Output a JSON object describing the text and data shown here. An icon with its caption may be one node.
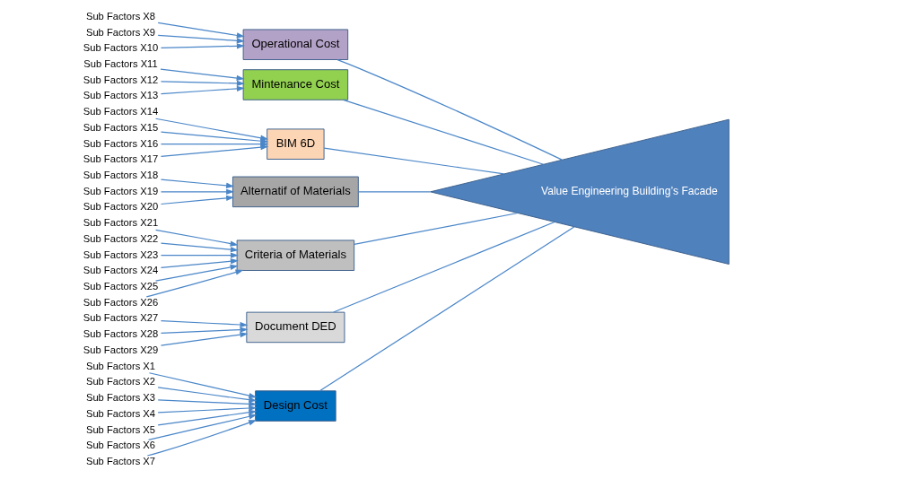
{
  "diagram": {
    "nodes": [
      {
        "text": [
          "Design Cost"
        ]
      },
      {
        "text": [
          "Operational Cost"
        ]
      },
      {
        "text": [
          "Mintenance Cost"
        ]
      },
      {
        "text": [
          "BIM 6D"
        ]
      },
      {
        "text": [
          "Alternatif of Materials"
        ]
      },
      {
        "text": [
          "Criteria of Materials"
        ]
      },
      {
        "text": [
          "Document DED"
        ]
      },
      {
        "text": [
          "Value Engineering Building’s Facade"
        ]
      },
      {
        "text": [
          "Sub Factors X1"
        ]
      },
      {
        "text": [
          "Sub Factors X2"
        ]
      },
      {
        "text": [
          "Sub Factors X3"
        ]
      },
      {
        "text": [
          "Sub Factors X4"
        ]
      },
      {
        "text": [
          "Sub Factors X5"
        ]
      },
      {
        "text": [
          "Sub Factors X6"
        ]
      },
      {
        "text": [
          "Sub Factors X7"
        ]
      },
      {
        "text": [
          "Sub Factors X8"
        ]
      },
      {
        "text": [
          "Sub Factors X9"
        ]
      },
      {
        "text": [
          "Sub Factors X10"
        ]
      },
      {
        "text": [
          "Sub Factors X11"
        ]
      },
      {
        "text": [
          "Sub Factors X12"
        ]
      },
      {
        "text": [
          "Sub Factors X13"
        ]
      },
      {
        "text": [
          "Sub Factors X14"
        ]
      },
      {
        "text": [
          "Sub Factors X15"
        ]
      },
      {
        "text": [
          "Sub Factors X16"
        ]
      },
      {
        "text": [
          "Sub Factors X17"
        ]
      },
      {
        "text": [
          "Sub Factors X18"
        ]
      },
      {
        "text": [
          "Sub Factors X19"
        ]
      },
      {
        "text": [
          "Sub Factors X20"
        ]
      },
      {
        "text": [
          "Sub Factors X21"
        ]
      },
      {
        "text": [
          "Sub Factors X22"
        ]
      },
      {
        "text": [
          "Sub Factors X23"
        ]
      },
      {
        "text": [
          "Sub Factors X24"
        ]
      },
      {
        "text": [
          "Sub Factors X25"
        ]
      },
      {
        "text": [
          "Sub Factors X26"
        ]
      },
      {
        "text": [
          "Sub Factors X27"
        ]
      },
      {
        "text": [
          "Sub Factors X28"
        ]
      },
      {
        "text": [
          "Sub Factors X29"
        ]
      }
    ],
    "edges": [
      {
        "from": 8,
        "to": 0,
        "arrow": "to"
      },
      {
        "from": 9,
        "to": 0,
        "arrow": "to"
      },
      {
        "from": 10,
        "to": 0,
        "arrow": "to"
      },
      {
        "from": 11,
        "to": 0,
        "arrow": "to"
      },
      {
        "from": 12,
        "to": 0,
        "arrow": "to"
      },
      {
        "from": 13,
        "to": 0,
        "arrow": "to"
      },
      {
        "from": 14,
        "to": 0,
        "arrow": "to"
      },
      {
        "from": 15,
        "to": 1,
        "arrow": "to"
      },
      {
        "from": 16,
        "to": 1,
        "arrow": "to"
      },
      {
        "from": 17,
        "to": 1,
        "arrow": "to"
      },
      {
        "from": 18,
        "to": 2,
        "arrow": "to"
      },
      {
        "from": 19,
        "to": 2,
        "arrow": "to"
      },
      {
        "from": 20,
        "to": 2,
        "arrow": "to"
      },
      {
        "from": 21,
        "to": 3,
        "arrow": "to"
      },
      {
        "from": 22,
        "to": 3,
        "arrow": "to"
      },
      {
        "from": 23,
        "to": 3,
        "arrow": "to"
      },
      {
        "from": 24,
        "to": 3,
        "arrow": "to"
      },
      {
        "from": 25,
        "to": 4,
        "arrow": "to"
      },
      {
        "from": 26,
        "to": 4,
        "arrow": "to"
      },
      {
        "from": 27,
        "to": 4,
        "arrow": "to"
      },
      {
        "from": 28,
        "to": 5,
        "arrow": "to"
      },
      {
        "from": 29,
        "to": 5,
        "arrow": "to"
      },
      {
        "from": 30,
        "to": 5,
        "arrow": "to"
      },
      {
        "from": 31,
        "to": 5,
        "arrow": "to"
      },
      {
        "from": 32,
        "to": 5,
        "arrow": "to"
      },
      {
        "from": 33,
        "to": 5,
        "arrow": "to"
      },
      {
        "from": 34,
        "to": 6,
        "arrow": "to"
      },
      {
        "from": 35,
        "to": 6,
        "arrow": "to"
      },
      {
        "from": 36,
        "to": 6,
        "arrow": "to"
      },
      {
        "from": 0,
        "to": 7,
        "arrow": "none"
      },
      {
        "from": 1,
        "to": 7,
        "arrow": "none"
      },
      {
        "from": 2,
        "to": 7,
        "arrow": "none"
      },
      {
        "from": 3,
        "to": 7,
        "arrow": "none"
      },
      {
        "from": 4,
        "to": 7,
        "arrow": "none"
      },
      {
        "from": 5,
        "to": 7,
        "arrow": "none"
      },
      {
        "from": 6,
        "to": 7,
        "arrow": "none"
      }
    ]
  }
}
